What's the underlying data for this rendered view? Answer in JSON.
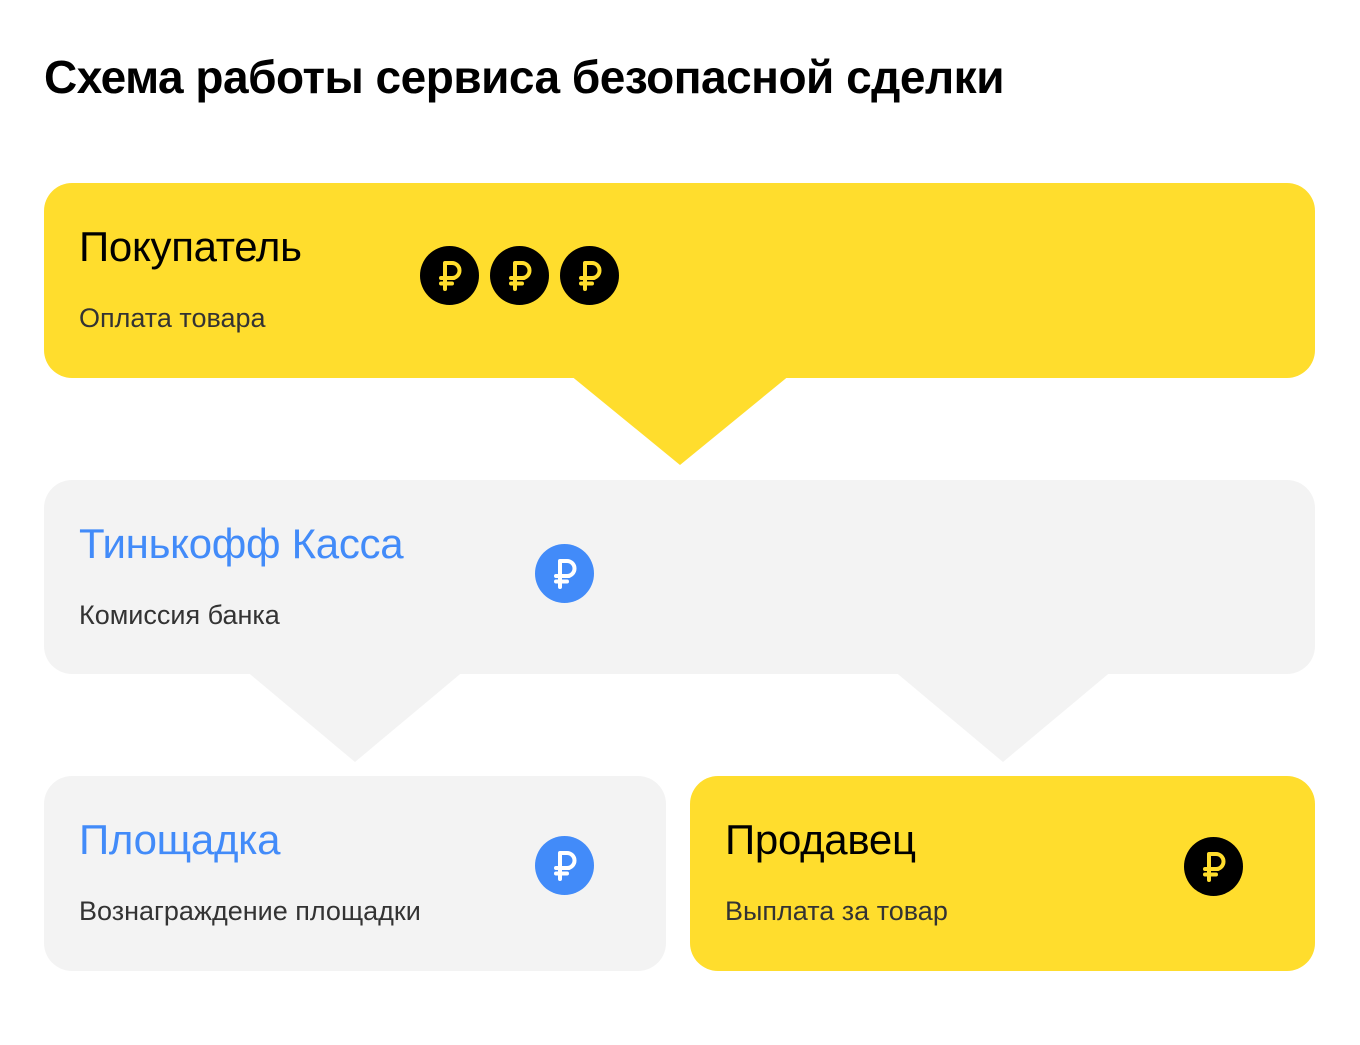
{
  "title": "Схема работы сервиса безопасной сделки",
  "colors": {
    "yellow": "#FFDD2D",
    "gray": "#F3F3F3",
    "blue": "#428BF9",
    "black": "#000000"
  },
  "nodes": {
    "buyer": {
      "title": "Покупатель",
      "subtitle": "Оплата товара",
      "coins": 3,
      "coin_color": "black",
      "icon": "ruble-coin-icon"
    },
    "kassa": {
      "title": "Тинькофф Касса",
      "subtitle": "Комиссия банка",
      "coins": 1,
      "coin_color": "blue",
      "icon": "ruble-coin-icon"
    },
    "platform": {
      "title": "Площадка",
      "subtitle": "Вознаграждение площадки",
      "coins": 1,
      "coin_color": "blue",
      "icon": "ruble-coin-icon"
    },
    "seller": {
      "title": "Продавец",
      "subtitle": "Выплата за товар",
      "coins": 1,
      "coin_color": "black",
      "icon": "ruble-coin-icon"
    }
  },
  "flows": [
    {
      "from": "buyer",
      "to": "kassa"
    },
    {
      "from": "kassa",
      "to": "platform"
    },
    {
      "from": "kassa",
      "to": "seller"
    }
  ]
}
